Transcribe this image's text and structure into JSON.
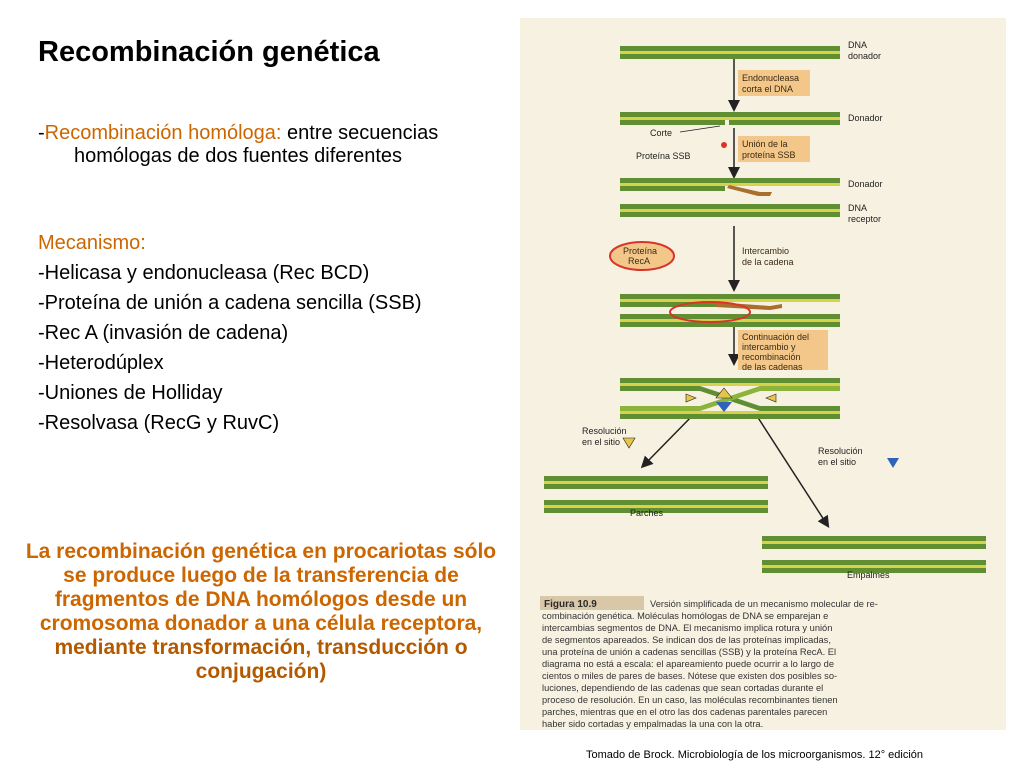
{
  "slide": {
    "title": "Recombinación genética",
    "intro": {
      "prefix": "-",
      "highlight": "Recombinación homóloga:",
      "rest": " entre secuencias homólogas de dos fuentes diferentes"
    },
    "mechanism_heading": "Mecanismo:",
    "mechanism_items": [
      "-Helicasa y endonucleasa (Rec BCD)",
      "-Proteína de unión a cadena sencilla (SSB)",
      "-Rec A (invasión de cadena)",
      "-Heterodúplex",
      "-Uniones de Holliday",
      "-Resolvasa (RecG y RuvC)"
    ],
    "summary": {
      "plain": "La recombinación genética en procariotas sólo se produce luego de la transferencia de fragmentos de DNA homólogos desde un cromosoma donador a una célula receptora, ",
      "highlight": "mediante transformación, transducción o conjugación)"
    },
    "credit": "Tomado de Brock. Microbiología de los microorganismos. 12° edición"
  },
  "figure": {
    "labels": {
      "dna_donador": [
        "DNA",
        "donador"
      ],
      "donador_1": "Donador",
      "corte": "Corte",
      "proteina_ssb": "Proteína SSB",
      "donador_2": "Donador",
      "dna_receptor": [
        "DNA",
        "receptor"
      ],
      "resolucion_left": [
        "Resolución",
        "en el sitio"
      ],
      "resolucion_right": [
        "Resolución",
        "en el sitio"
      ],
      "parches": "Parches",
      "empalmes": "Empalmes"
    },
    "boxes": {
      "endonucleasa": [
        "Endonucleasa",
        "corta el DNA"
      ],
      "union_proteina": [
        "Unión de la",
        "proteína SSB"
      ],
      "proteina_reca": [
        "Proteína",
        "RecA"
      ],
      "intercambio": [
        "Intercambio",
        "de la cadena"
      ],
      "continuacion": [
        "Continuación del",
        "intercambio y",
        "recombinación",
        "de las cadenas"
      ]
    },
    "caption": {
      "label": "Figura 10.9",
      "lines": [
        "Versión simplificada de un mecanismo molecular de re-",
        "combinación genética. Moléculas homólogas de DNA se emparejan e",
        "intercambias segmentos de DNA. El mecanismo implica rotura y unión",
        "de segmentos apareados. Se indican dos de las proteínas implicadas,",
        "una proteína de unión a cadenas sencillas (SSB) y la proteína RecA. El",
        "diagrama no está a escala: el apareamiento puede ocurrir a lo largo de",
        "cientos o miles de pares de bases. Nótese que existen dos posibles so-",
        "luciones, dependiendo de las cadenas que sean cortadas durante el",
        "proceso de resolución. En un caso, las moléculas recombinantes tienen",
        "parches, mientras que en el otro las dos cadenas parentales parecen",
        "haber sido cortadas y empalmadas la una con la otra."
      ]
    },
    "colors": {
      "strand_green": "#5f8f32",
      "strand_yellow": "#d8d24a",
      "box_orange": "#f3c78a",
      "highlight_red": "#d9342b",
      "marker_blue": "#2f63b7",
      "background": "#f7f1e1"
    }
  }
}
